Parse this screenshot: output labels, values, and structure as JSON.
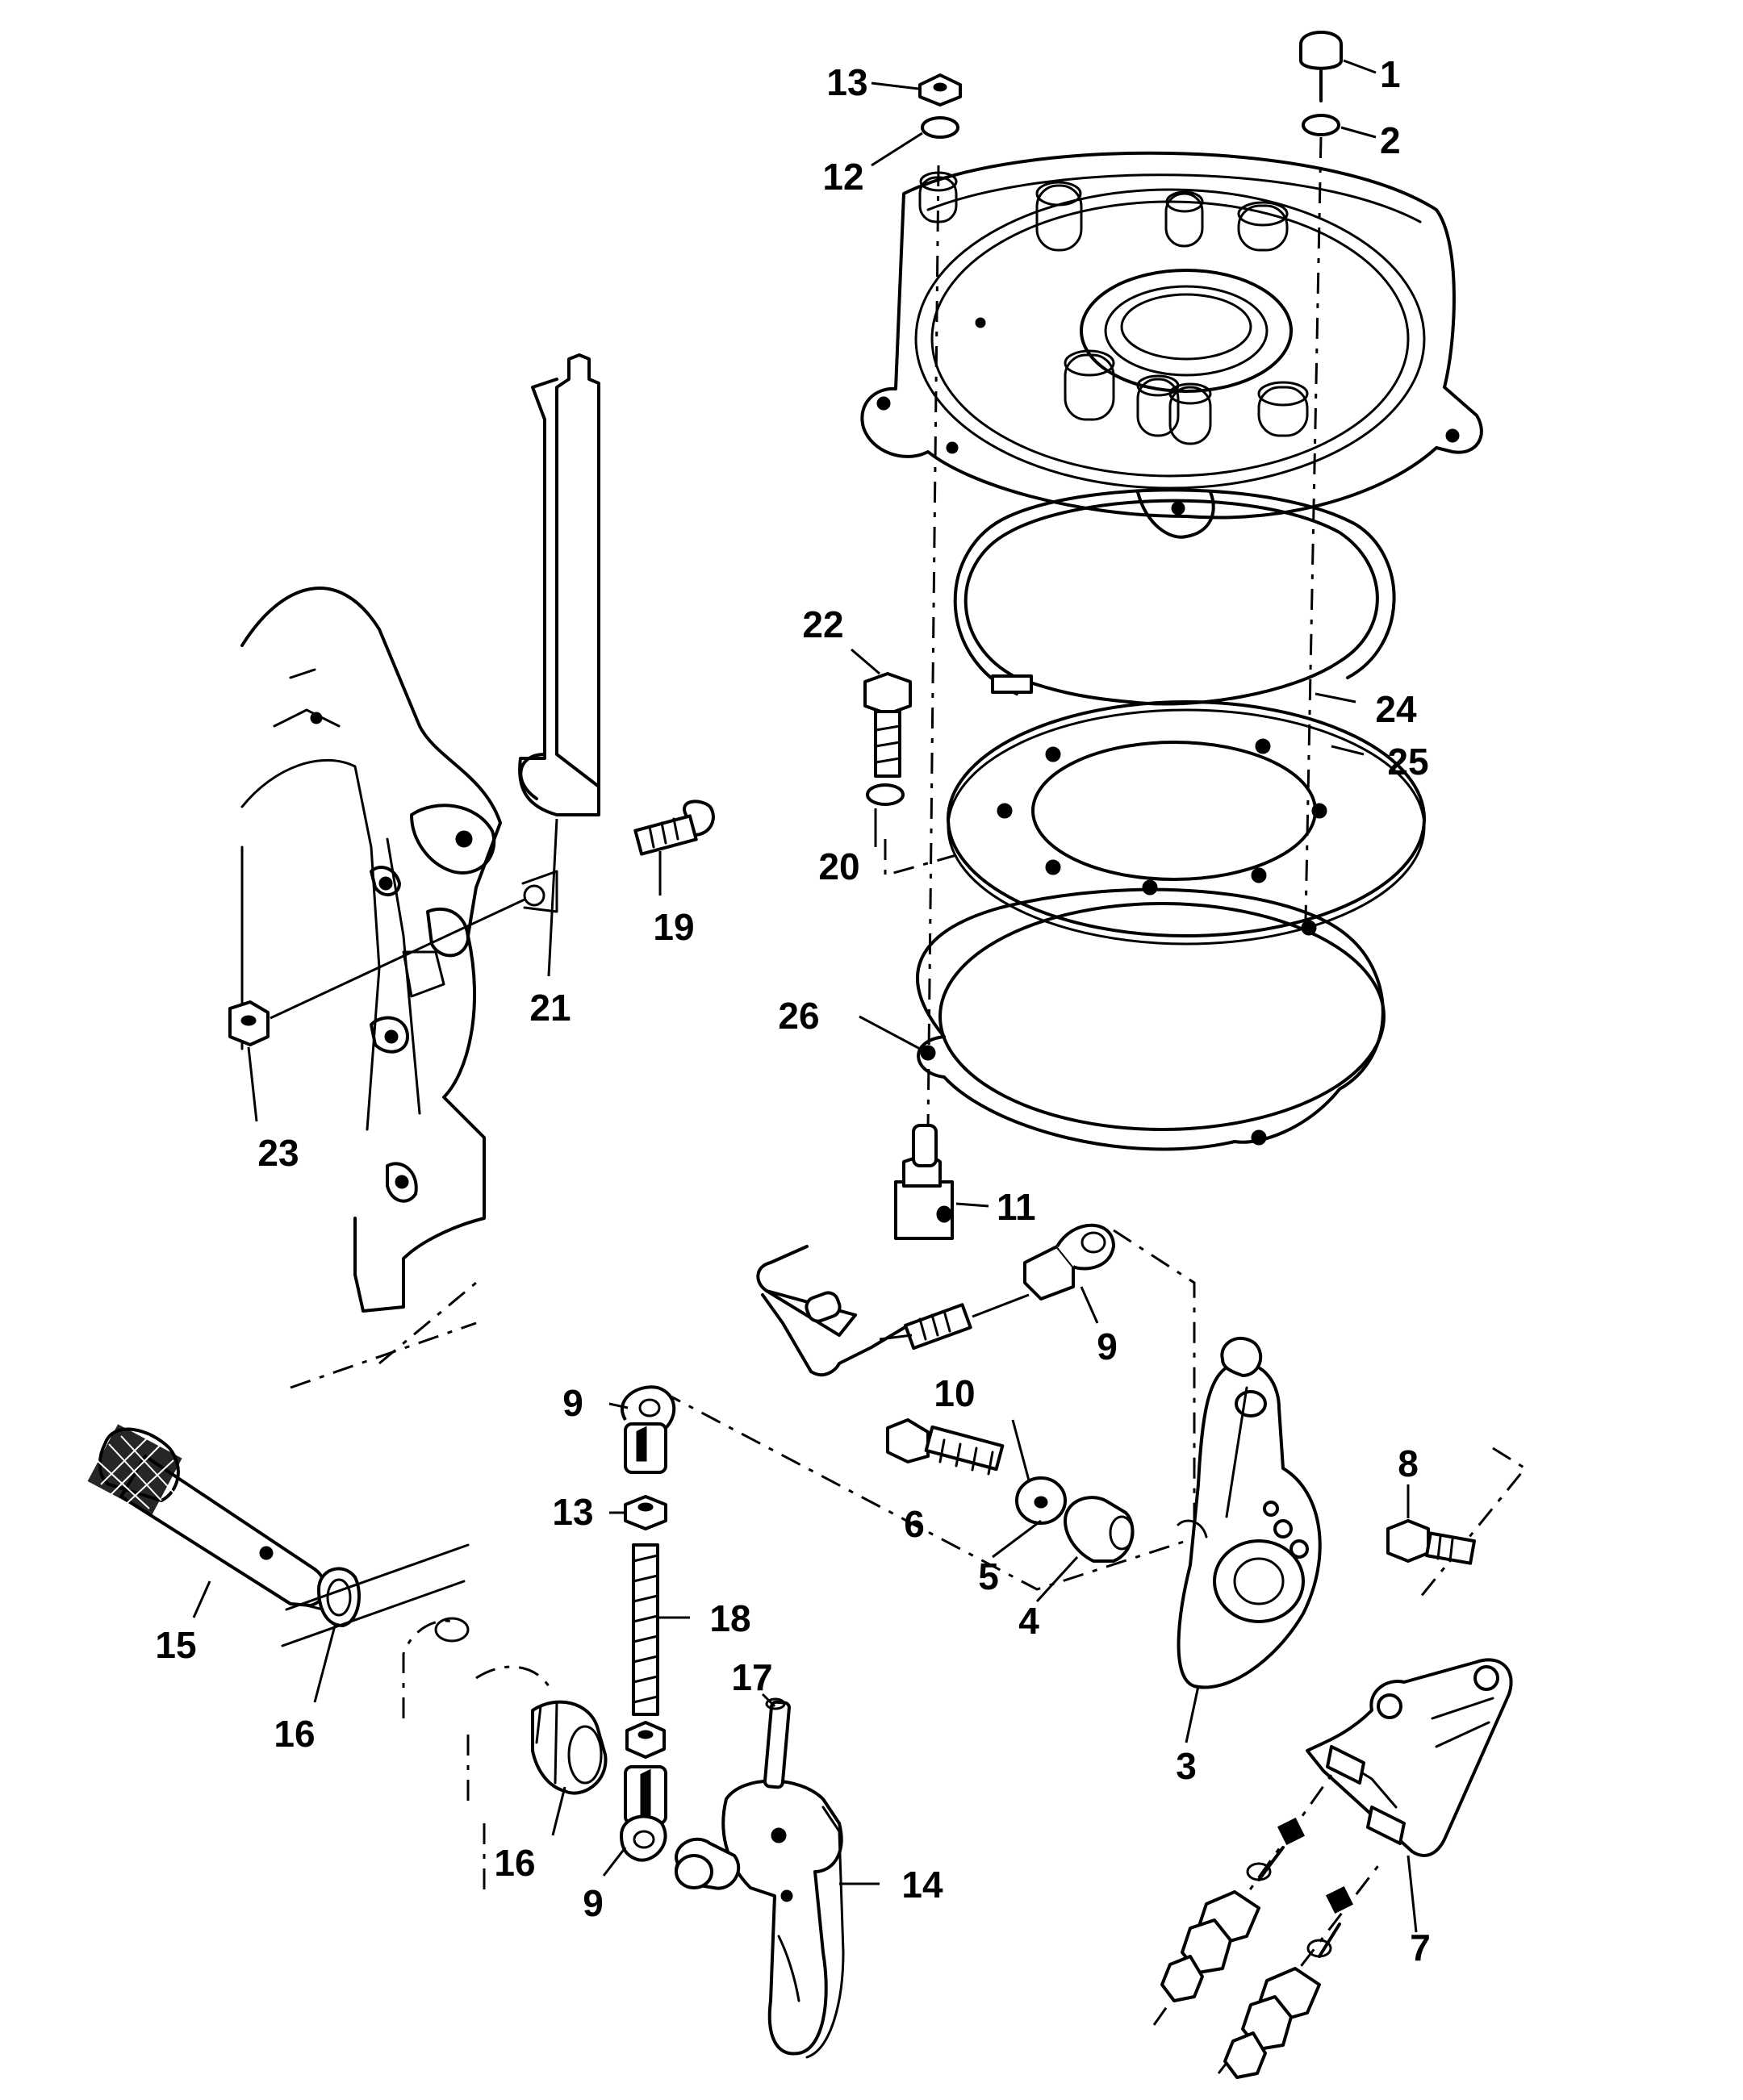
{
  "callouts": [
    {
      "id": "1",
      "text": "1"
    },
    {
      "id": "2",
      "text": "2"
    },
    {
      "id": "3",
      "text": "3"
    },
    {
      "id": "4",
      "text": "4"
    },
    {
      "id": "5",
      "text": "5"
    },
    {
      "id": "6",
      "text": "6"
    },
    {
      "id": "7",
      "text": "7"
    },
    {
      "id": "8",
      "text": "8"
    },
    {
      "id": "9a",
      "text": "9"
    },
    {
      "id": "9b",
      "text": "9"
    },
    {
      "id": "9c",
      "text": "9"
    },
    {
      "id": "10",
      "text": "10"
    },
    {
      "id": "11",
      "text": "11"
    },
    {
      "id": "12",
      "text": "12"
    },
    {
      "id": "13a",
      "text": "13"
    },
    {
      "id": "13b",
      "text": "13"
    },
    {
      "id": "14",
      "text": "14"
    },
    {
      "id": "15",
      "text": "15"
    },
    {
      "id": "16a",
      "text": "16"
    },
    {
      "id": "16b",
      "text": "16"
    },
    {
      "id": "17",
      "text": "17"
    },
    {
      "id": "18",
      "text": "18"
    },
    {
      "id": "19",
      "text": "19"
    },
    {
      "id": "20",
      "text": "20"
    },
    {
      "id": "21",
      "text": "21"
    },
    {
      "id": "22",
      "text": "22"
    },
    {
      "id": "23",
      "text": "23"
    },
    {
      "id": "24",
      "text": "24"
    },
    {
      "id": "25",
      "text": "25"
    },
    {
      "id": "26",
      "text": "26"
    }
  ]
}
